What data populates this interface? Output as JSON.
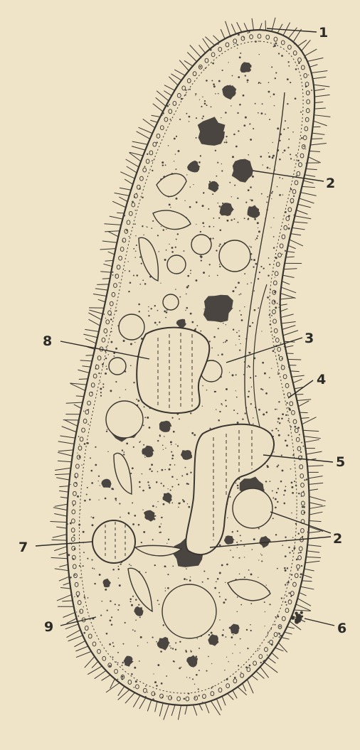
{
  "figure": {
    "subject": "paramecium",
    "colors": {
      "paper": "#efe3c8",
      "cell_fill": "#ece0c4",
      "ink": "#3a3630",
      "inclusion": "#4a4540"
    },
    "labels": [
      {
        "id": "l1",
        "text": "1"
      },
      {
        "id": "l2a",
        "text": "2"
      },
      {
        "id": "l3",
        "text": "3"
      },
      {
        "id": "l4",
        "text": "4"
      },
      {
        "id": "l5",
        "text": "5"
      },
      {
        "id": "l2b",
        "text": "2"
      },
      {
        "id": "l6",
        "text": "6"
      },
      {
        "id": "l7",
        "text": "7"
      },
      {
        "id": "l8",
        "text": "8"
      },
      {
        "id": "l9",
        "text": "9"
      }
    ]
  }
}
